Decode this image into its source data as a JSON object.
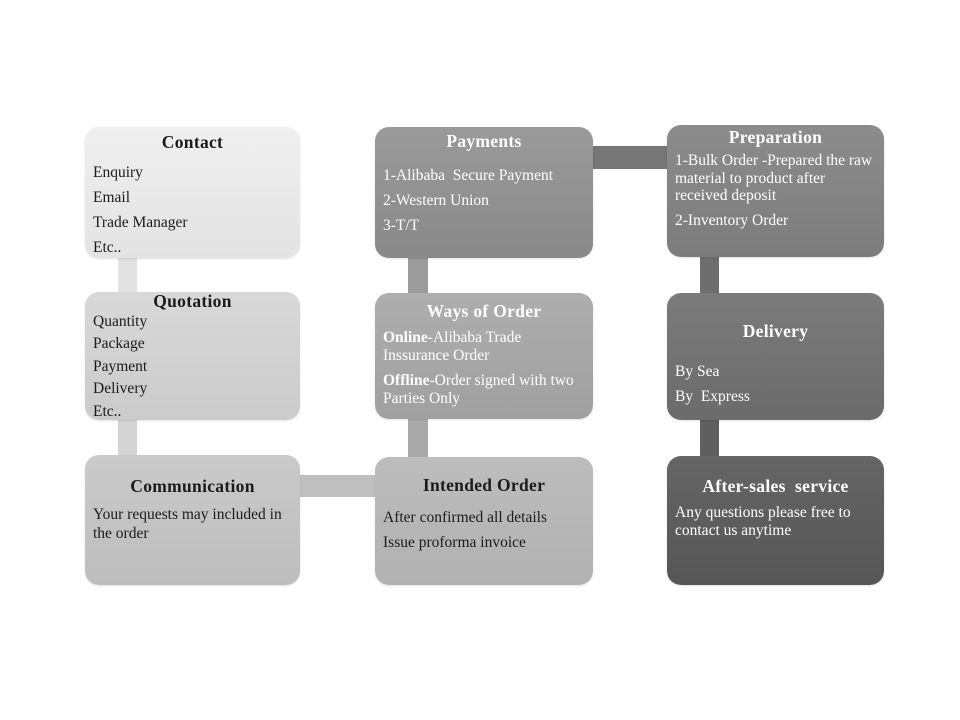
{
  "page": {
    "background_color": "#ffffff"
  },
  "diagram": {
    "boxes": [
      {
        "id": "contact",
        "title": "Contact",
        "items": [
          "Enquiry",
          "Email",
          "Trade Manager",
          "Etc.."
        ],
        "color": "#e6e6e6",
        "text_color": "#1b1b1b"
      },
      {
        "id": "quotation",
        "title": "Quotation",
        "items": [
          "Quantity",
          "Package",
          "Payment",
          "Delivery",
          "Etc.."
        ],
        "color": "#cecece",
        "text_color": "#1b1b1b"
      },
      {
        "id": "communication",
        "title": "Communication",
        "body": "Your requests may included in the order",
        "color": "#c1c1c1",
        "text_color": "#1b1b1b"
      },
      {
        "id": "payments",
        "title": "Payments",
        "items": [
          "1-Alibaba  Secure Payment",
          "2-Western Union",
          "3-T/T"
        ],
        "color": "#8f8f8f",
        "text_color": "#ffffff"
      },
      {
        "id": "ways-of-order",
        "title": "Ways of Order",
        "rich_items": [
          {
            "prefix": "Online",
            "rest": "-Alibaba Trade Inssurance Order"
          },
          {
            "prefix": "Offline",
            "rest": "-Order signed with two Parties Only"
          }
        ],
        "color": "#a5a5a5",
        "text_color": "#ffffff"
      },
      {
        "id": "intended-order",
        "title": "Intended Order",
        "items": [
          "After confirmed all details",
          "Issue proforma invoice"
        ],
        "color": "#b5b5b5",
        "text_color": "#1b1b1b"
      },
      {
        "id": "preparation",
        "title": "Preparation",
        "items": [
          "1-Bulk Order -Prepared the raw material to product after received deposit",
          "2-Inventory Order"
        ],
        "color": "#828282",
        "text_color": "#ffffff"
      },
      {
        "id": "delivery",
        "title": "Delivery",
        "items": [
          "By Sea",
          "By  Express"
        ],
        "color": "#707070",
        "text_color": "#ffffff"
      },
      {
        "id": "after-sales-service",
        "title": "After-sales  service",
        "body": "Any questions please free to contact us anytime",
        "color": "#5a5a5a",
        "text_color": "#ffffff"
      }
    ],
    "connectors": [
      {
        "from": "contact",
        "to": "quotation",
        "direction": "vertical",
        "color": "#e2e2e2"
      },
      {
        "from": "quotation",
        "to": "communication",
        "direction": "vertical",
        "color": "#d4d4d4"
      },
      {
        "from": "communication",
        "to": "intended-order",
        "direction": "horizontal",
        "color": "#bfbfbf"
      },
      {
        "from": "payments",
        "to": "ways-of-order",
        "direction": "vertical",
        "color": "#9c9c9c"
      },
      {
        "from": "ways-of-order",
        "to": "intended-order",
        "direction": "vertical",
        "color": "#a9a9a9"
      },
      {
        "from": "payments",
        "to": "preparation",
        "direction": "horizontal",
        "color": "#767676"
      },
      {
        "from": "preparation",
        "to": "delivery",
        "direction": "vertical",
        "color": "#6e6e6e"
      },
      {
        "from": "delivery",
        "to": "after-sales-service",
        "direction": "vertical",
        "color": "#5f5f5f"
      }
    ]
  }
}
